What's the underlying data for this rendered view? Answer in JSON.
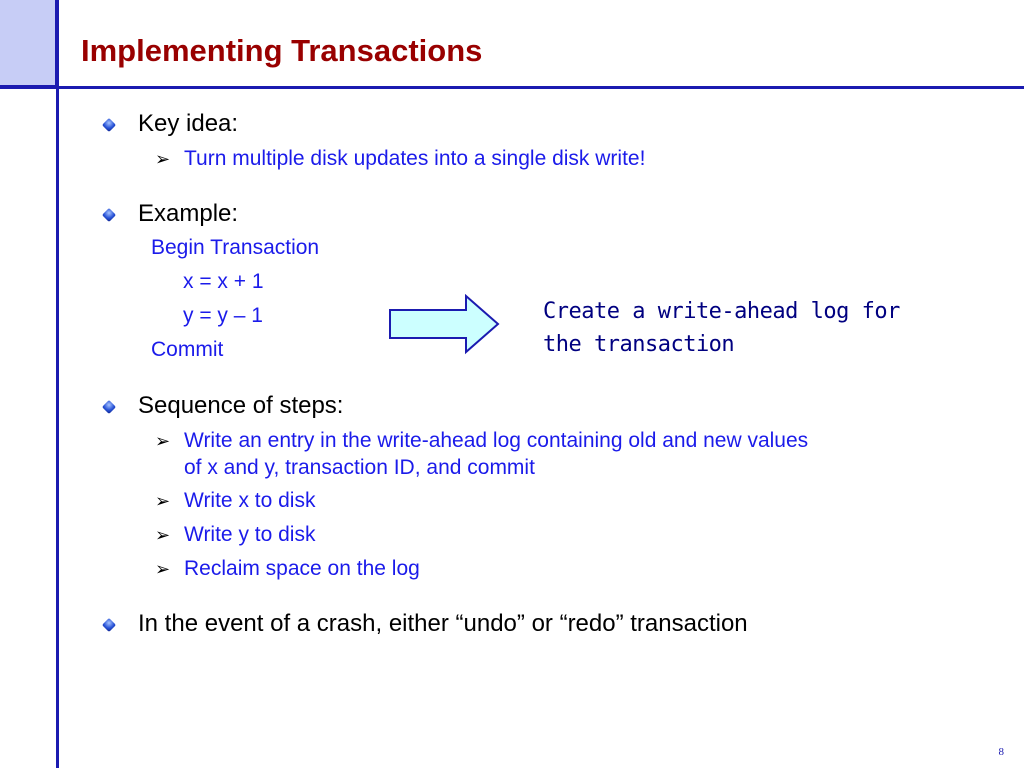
{
  "slide": {
    "title": "Implementing Transactions",
    "page_number": "8"
  },
  "bullets": [
    {
      "text": "Key idea:",
      "subs": [
        "Turn multiple disk updates into a single disk write!"
      ]
    },
    {
      "text": "Example:",
      "code": [
        "Begin Transaction",
        "x = x + 1",
        "y = y – 1",
        "Commit"
      ]
    },
    {
      "text": "Sequence of steps:",
      "subs": [
        "Write an entry in the write-ahead log containing old and new values",
        "of x and y, transaction ID, and commit",
        "Write x to disk",
        "Write y to disk",
        "Reclaim space on the log"
      ]
    },
    {
      "text": "In the event of a crash, either “undo” or “redo” transaction"
    }
  ],
  "callout": {
    "line1": "Create a write-ahead log for",
    "line2": "the transaction"
  },
  "colors": {
    "title": "#990000",
    "accent_blue": "#1b1bb0",
    "sub_text": "#1b1bea",
    "arrow_fill": "#ccffff"
  }
}
